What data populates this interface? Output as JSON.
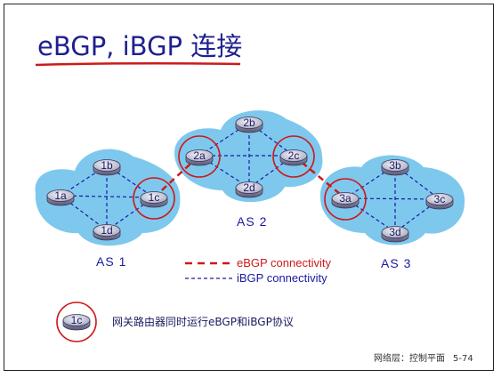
{
  "slide": {
    "title": "eBGP, iBGP 连接",
    "footer_chapter": "网络层：控制平面",
    "footer_page": "5-74"
  },
  "as_groups": [
    {
      "id": "as1",
      "label": "AS 1",
      "routers": [
        "1a",
        "1b",
        "1c",
        "1d"
      ]
    },
    {
      "id": "as2",
      "label": "AS 2",
      "routers": [
        "2a",
        "2b",
        "2c",
        "2d"
      ]
    },
    {
      "id": "as3",
      "label": "AS 3",
      "routers": [
        "3a",
        "3b",
        "3c",
        "3d"
      ]
    }
  ],
  "routers": {
    "1a": "1a",
    "1b": "1b",
    "1c": "1c",
    "1d": "1d",
    "2a": "2a",
    "2b": "2b",
    "2c": "2c",
    "2d": "2d",
    "3a": "3a",
    "3b": "3b",
    "3c": "3c",
    "3d": "3d"
  },
  "gateway_routers": [
    "1c",
    "2a",
    "2c",
    "3a"
  ],
  "links": {
    "ibgp": [
      [
        "1a",
        "1b"
      ],
      [
        "1a",
        "1c"
      ],
      [
        "1a",
        "1d"
      ],
      [
        "1b",
        "1c"
      ],
      [
        "1b",
        "1d"
      ],
      [
        "1c",
        "1d"
      ],
      [
        "2a",
        "2b"
      ],
      [
        "2a",
        "2c"
      ],
      [
        "2a",
        "2d"
      ],
      [
        "2b",
        "2c"
      ],
      [
        "2b",
        "2d"
      ],
      [
        "2c",
        "2d"
      ],
      [
        "3a",
        "3b"
      ],
      [
        "3a",
        "3c"
      ],
      [
        "3a",
        "3d"
      ],
      [
        "3b",
        "3c"
      ],
      [
        "3b",
        "3d"
      ],
      [
        "3c",
        "3d"
      ]
    ],
    "ebgp": [
      [
        "1c",
        "2a"
      ],
      [
        "2c",
        "3a"
      ]
    ]
  },
  "legend": {
    "ebgp_label": "eBGP connectivity",
    "ibgp_label": "iBGP connectivity"
  },
  "note": {
    "router_label": "1c",
    "text": "网关路由器同时运行eBGP和iBGP协议"
  },
  "colors": {
    "title": "#1f1f8f",
    "underline": "#cc1a1a",
    "cloud": "#7ec8ee",
    "ebgp": "#cc1a1a",
    "ibgp": "#1a1aa0",
    "gateway_ring": "#cc1a1a",
    "router_top": "#d8d8e8",
    "router_side": "#8a8aa0"
  },
  "icons": {
    "router": "router-icon"
  }
}
